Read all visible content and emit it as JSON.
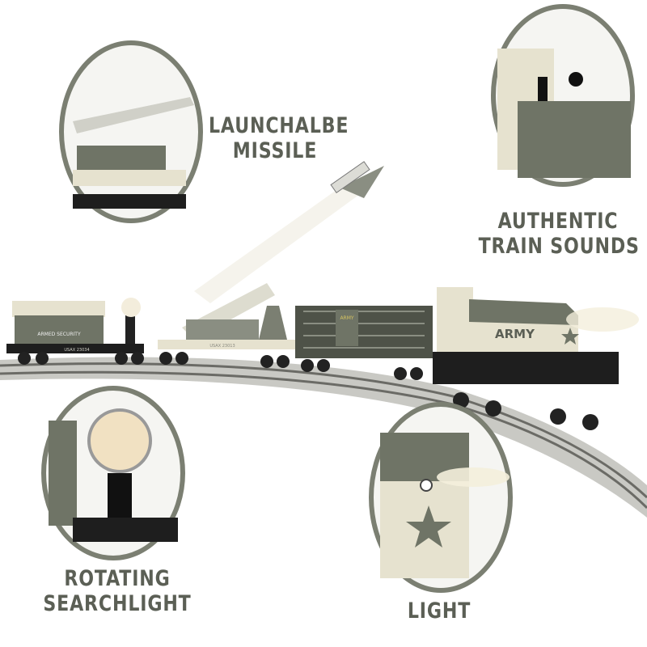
{
  "features": [
    {
      "id": "missile",
      "lines": [
        "LAUNCHALBE",
        "MISSILE"
      ]
    },
    {
      "id": "sounds",
      "lines": [
        "AUTHENTIC",
        "TRAIN SOUNDS"
      ]
    },
    {
      "id": "searchlight",
      "lines": [
        "ROTATING",
        "SEARCHLIGHT"
      ]
    },
    {
      "id": "light",
      "lines": [
        "LIGHT"
      ]
    }
  ],
  "train_markings": {
    "locomotive": "ARMY",
    "caboose": "ARMED SECURITY",
    "caboose_number": "USAX 23034",
    "flatcar_number": "USAX 23013",
    "boxcar": "ARMY"
  },
  "colors": {
    "frame": "#7b7f72",
    "olive": "#6f7466",
    "cream": "#e6e2cf",
    "text": "#5b5f55"
  }
}
